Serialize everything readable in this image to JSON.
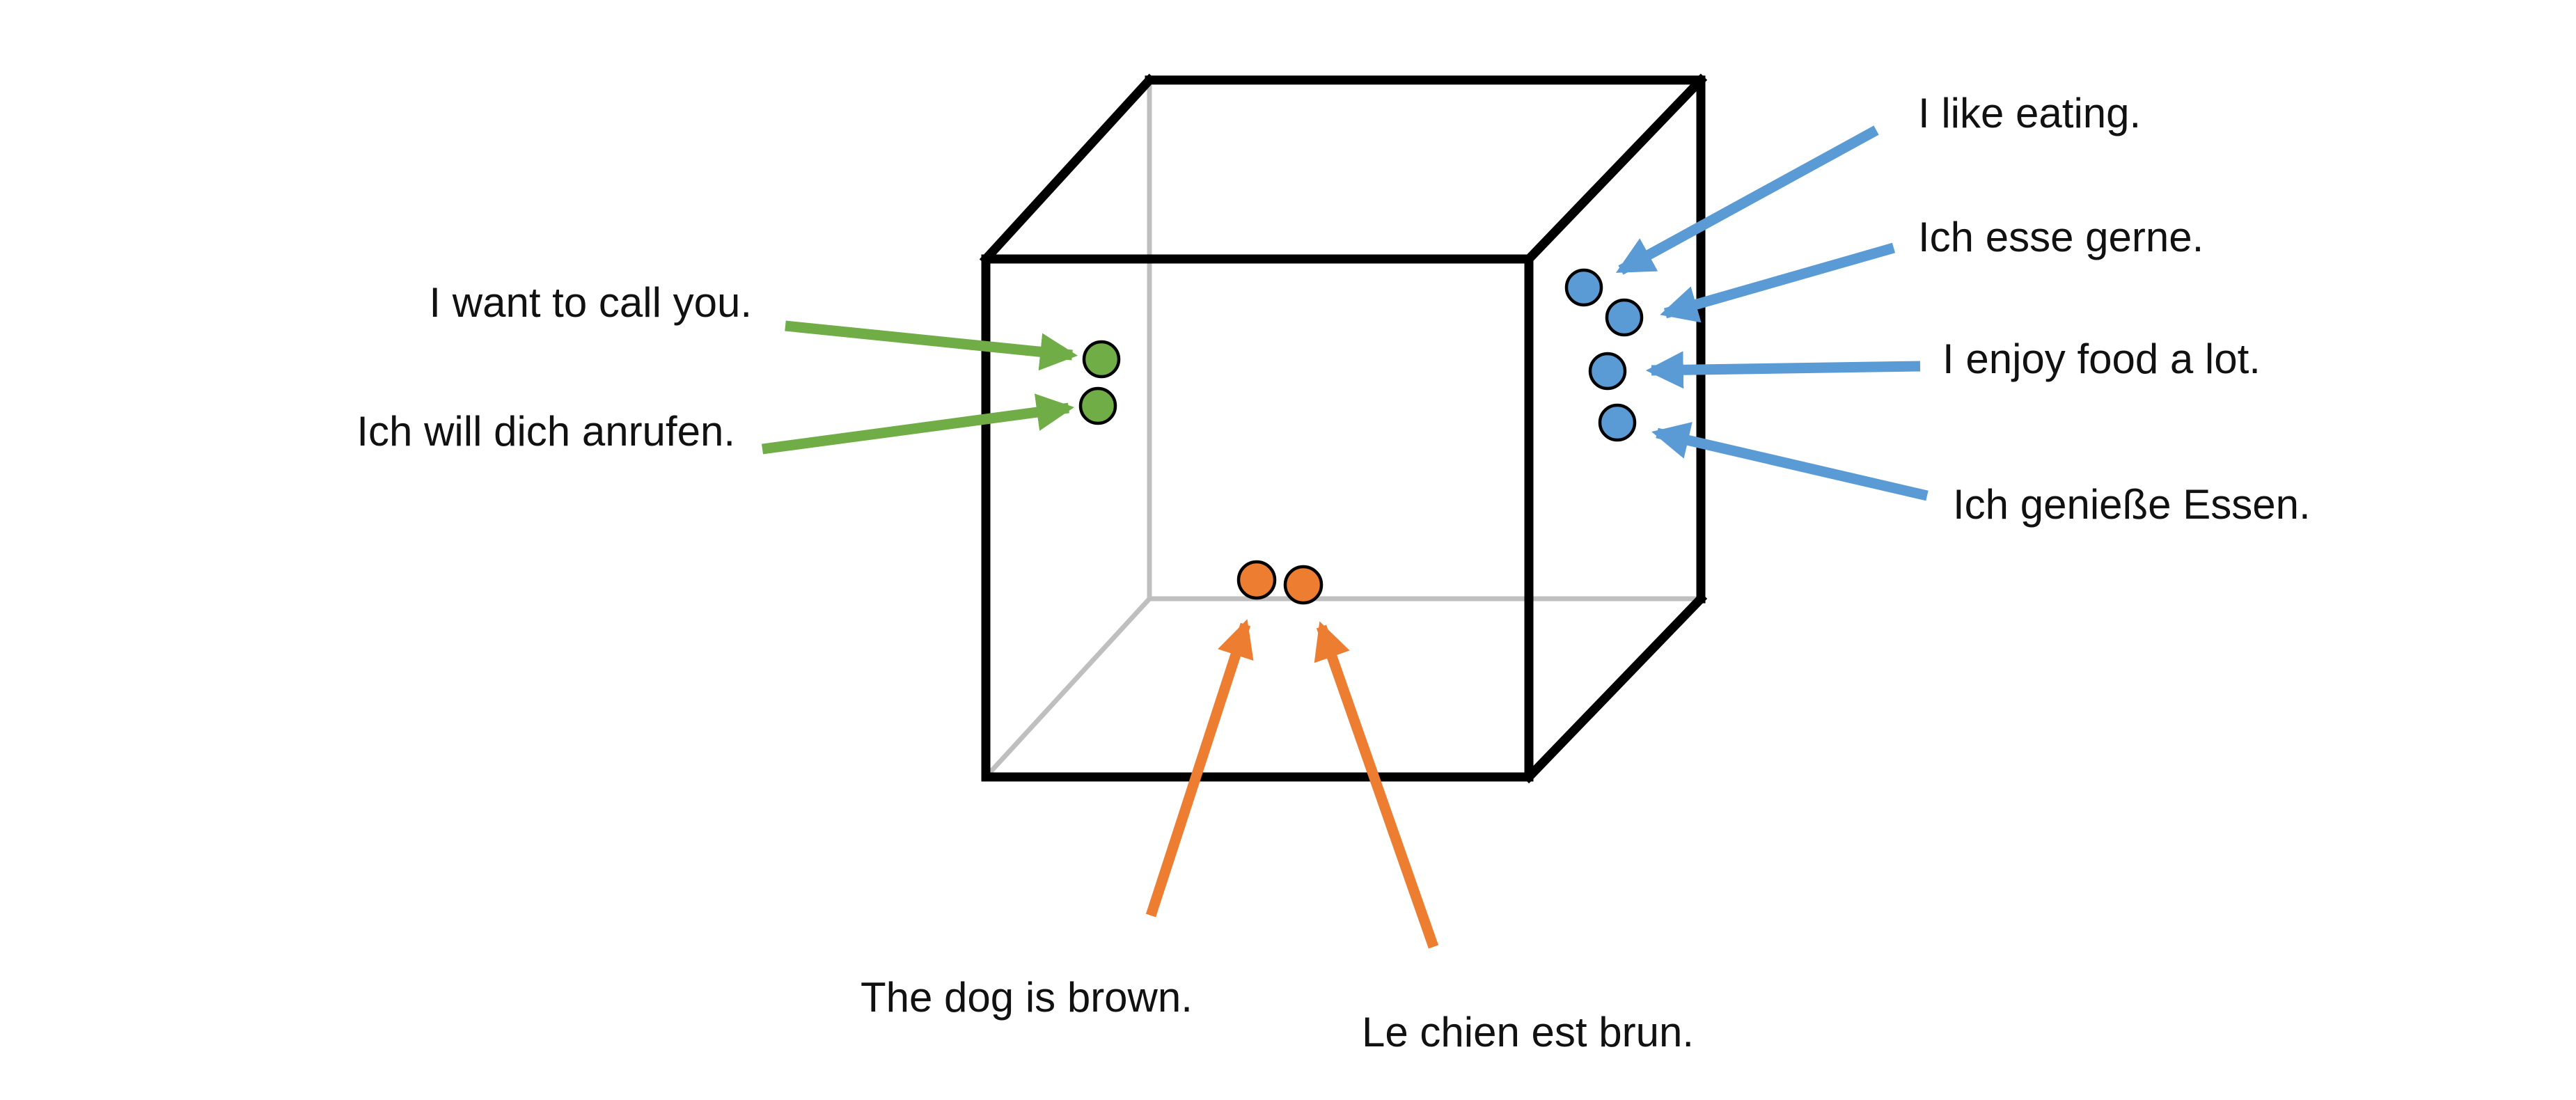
{
  "colors": {
    "green": "#70AD47",
    "blue": "#5B9BD5",
    "orange": "#ED7D31",
    "edge": "#000000",
    "hidden-edge": "#BFBFBF"
  },
  "clusters": [
    {
      "id": "call",
      "color": "green",
      "dot_count": 2,
      "labels": [
        "I want to call you.",
        "Ich will dich anrufen."
      ]
    },
    {
      "id": "eating",
      "color": "blue",
      "dot_count": 4,
      "labels": [
        "I like eating.",
        "Ich esse gerne.",
        "I enjoy food a lot.",
        "Ich genieße Essen."
      ]
    },
    {
      "id": "dog",
      "color": "orange",
      "dot_count": 2,
      "labels": [
        "The dog is brown.",
        "Le chien est brun."
      ]
    }
  ]
}
